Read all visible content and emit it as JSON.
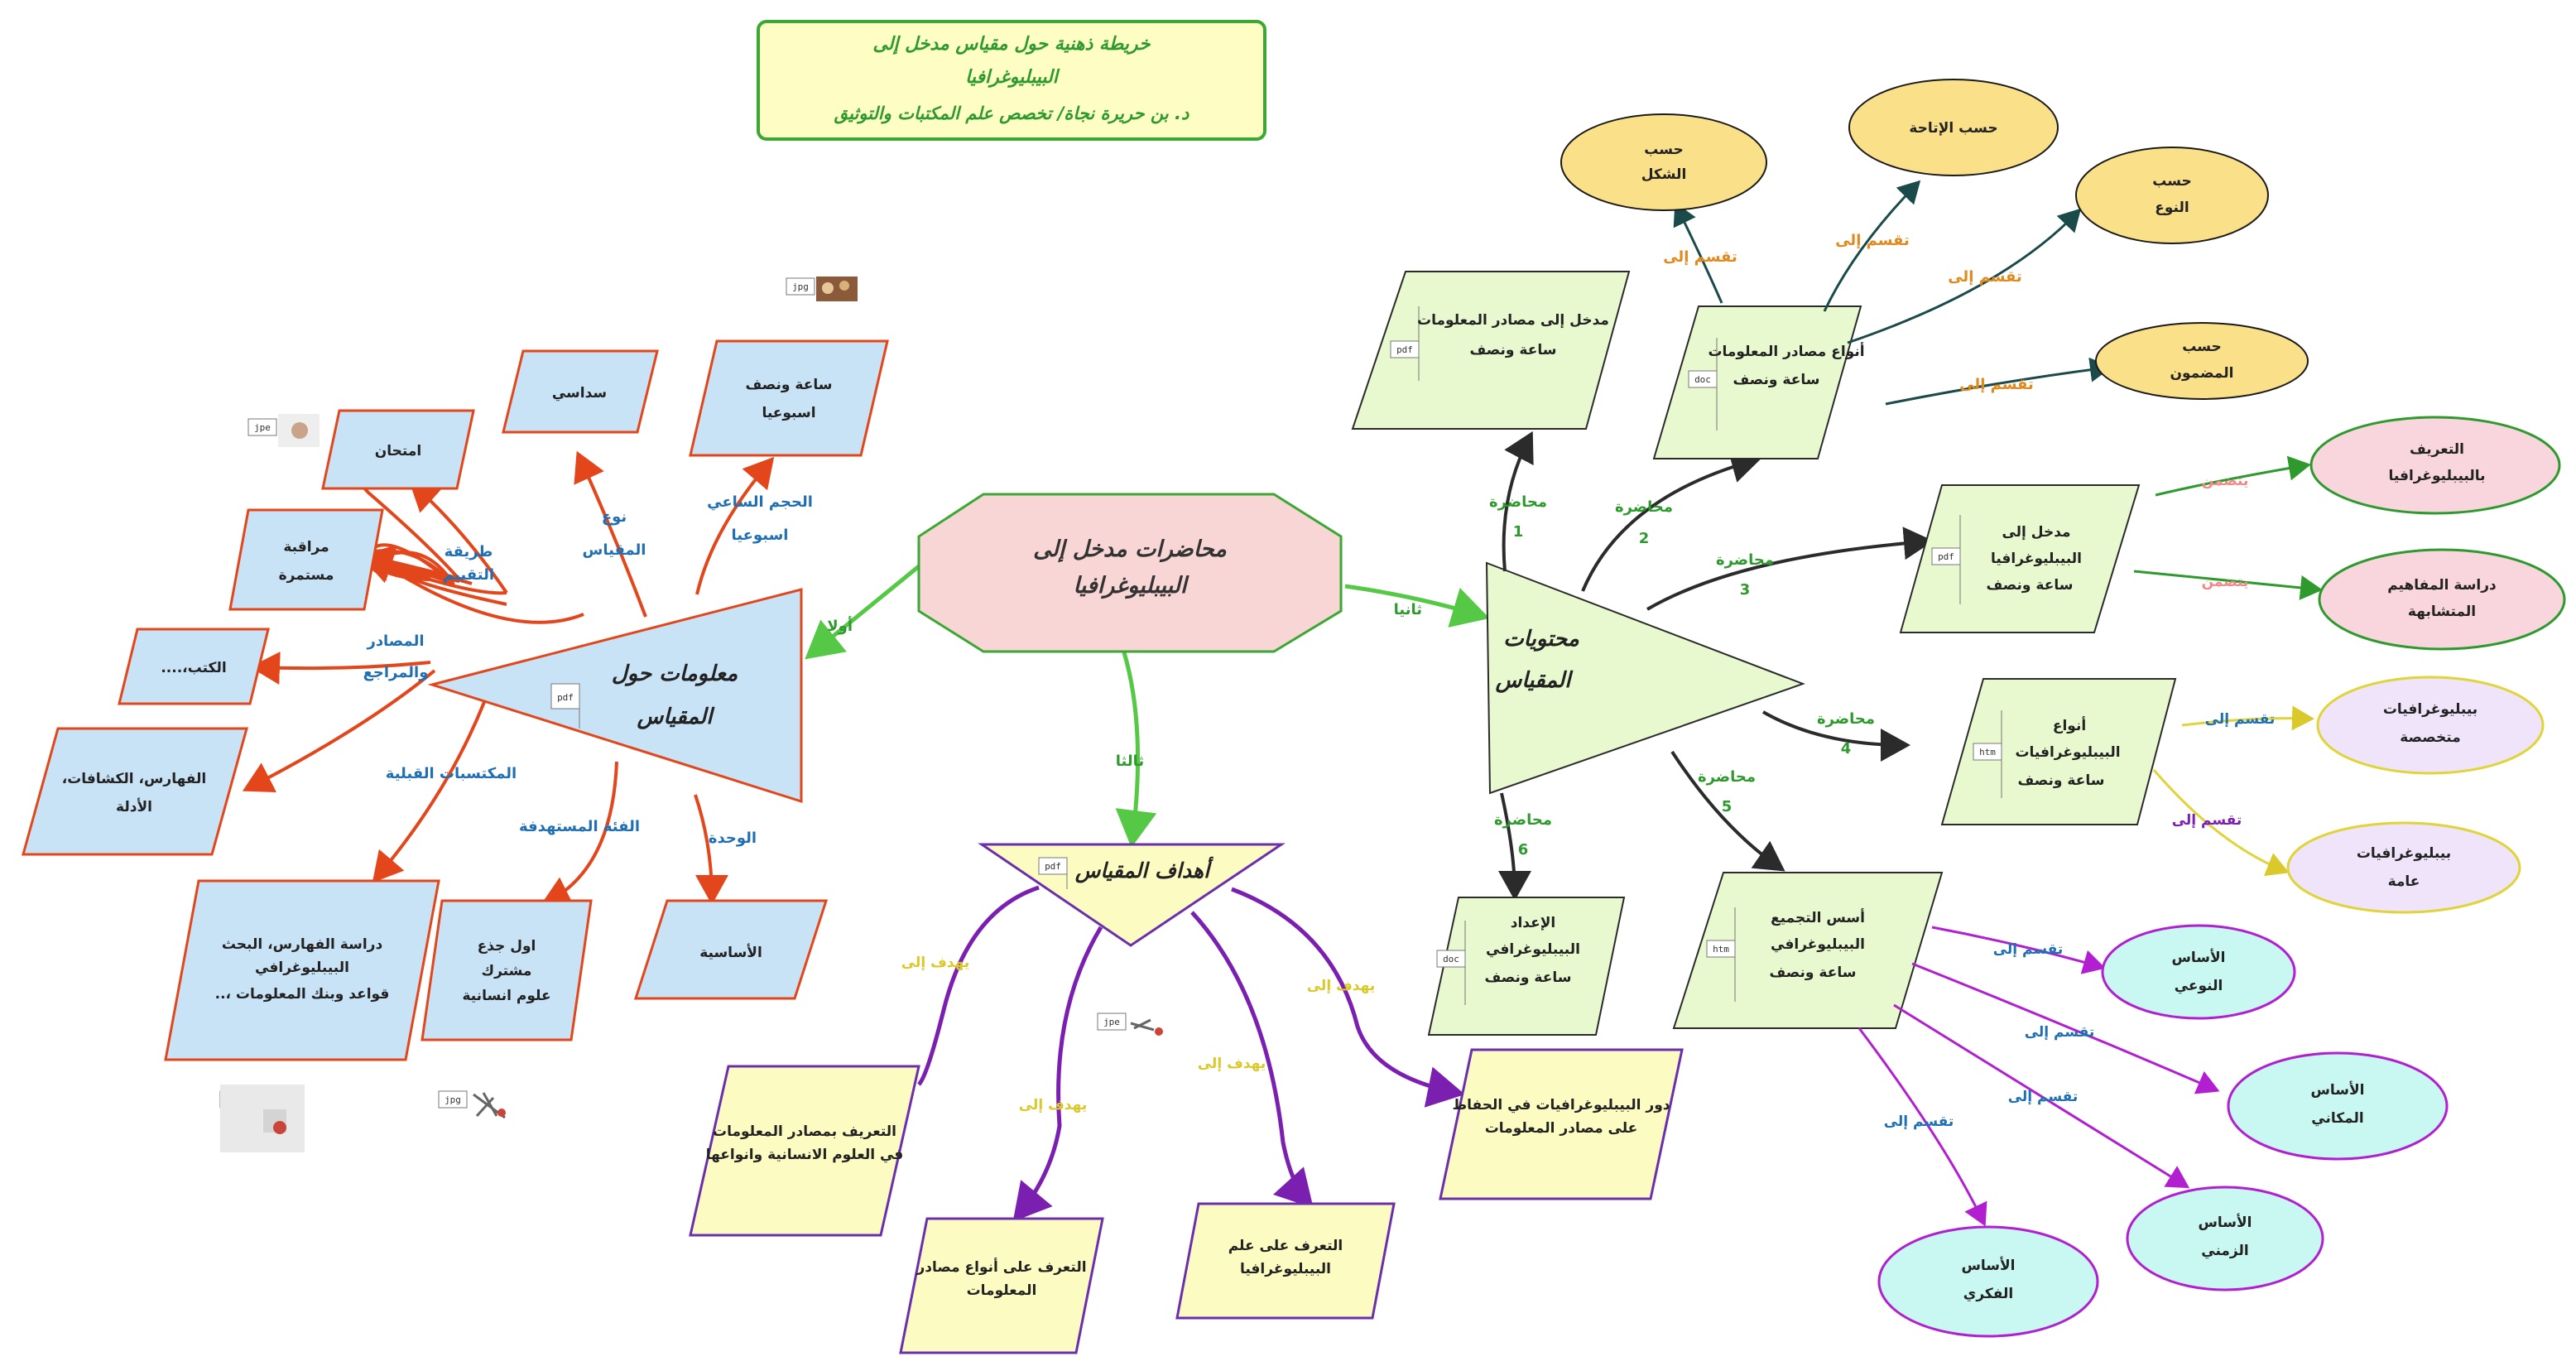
{
  "title": {
    "line1": "خريطة ذهنية حول مقياس مدخل إلى",
    "line2": "البيبليوغرافيا",
    "line3": "د. بن حريرة نجاة/ تخصص علم المكتبات والتوثيق"
  },
  "center": {
    "line1": "محاضرات مدخل إلى",
    "line2": "البيبليوغرافيا"
  },
  "branches": {
    "first": "أولا",
    "second": "ثانيا",
    "third": "ثالثا"
  },
  "info": {
    "line1": "معلومات حول",
    "line2": "المقياس",
    "file_tag": "pdf",
    "labels": {
      "eval": [
        "طريقة",
        "التقييم"
      ],
      "type": [
        "نوع",
        "المقياس"
      ],
      "hours": [
        "الحجم الساعي",
        "اسبوعيا"
      ],
      "sources": [
        "المصادر",
        "والمراجع"
      ],
      "prereq": "المكتسبات القبلية",
      "audience": "الفئة المستهدفة",
      "unit": "الوحدة"
    },
    "boxes": {
      "exam": "امتحان",
      "continuous": [
        "مراقبة",
        "مستمرة"
      ],
      "semester": "سداسي",
      "hours": [
        "ساعة ونصف",
        "اسبوعيا"
      ],
      "books": "الكتب،....",
      "indexes": [
        "الفهارس، الكشافات،",
        "الأدلة"
      ],
      "prereq": [
        "دراسة الفهارس، البحث",
        "البيبليوغرافي",
        "قواعد وبنك المعلومات ،.."
      ],
      "audience": [
        "اول جذع",
        "مشترك",
        "علوم انسانية"
      ],
      "unit": "الأساسية"
    },
    "thumbs": {
      "t1": "jpg",
      "t2": "jpe",
      "t3": "jpe",
      "t4": "jpg"
    }
  },
  "contents": {
    "line1": "محتويات",
    "line2": "المقياس",
    "lectures": {
      "l1": [
        "محاضرة",
        "1"
      ],
      "l2": [
        "محاضرة",
        "2"
      ],
      "l3": [
        "محاضرة",
        "3"
      ],
      "l4": [
        "محاضرة",
        "4"
      ],
      "l5": [
        "محاضرة",
        "5"
      ],
      "l6": [
        "محاضرة",
        "6"
      ]
    },
    "boxes": {
      "l1": [
        "مدخل إلى مصادر المعلومات",
        "ساعة ونصف"
      ],
      "l2": [
        "أنواع مصادر المعلومات",
        "ساعة ونصف"
      ],
      "l3": [
        "مدخل إلى",
        "البيبليوغرافيا",
        "ساعة ونصف"
      ],
      "l4": [
        "أنواع",
        "البيبليوغرافيات",
        "ساعة ونصف"
      ],
      "l5": [
        "أسس التجميع",
        "البيبليوغرافي",
        "ساعة ونصف"
      ],
      "l6": [
        "الإعداد",
        "البيبليوغرافي",
        "ساعة ونصف"
      ]
    },
    "tags": {
      "l1": "pdf",
      "l2": "doc",
      "l3": "pdf",
      "l4": "htm",
      "l5": "htm",
      "l6": "doc"
    },
    "verbs": {
      "divides": "تقسم إلى",
      "includes": "يتضمن"
    },
    "types": {
      "shape": [
        "حسب",
        "الشكل"
      ],
      "availability": "حسب الإتاحة",
      "kind": [
        "حسب",
        "النوع"
      ],
      "content": [
        "حسب",
        "المضمون"
      ]
    },
    "intro": {
      "def": [
        "التعريف",
        "بالبيبليوغرافيا"
      ],
      "similar": [
        "دراسة المفاهيم",
        "المتشابهة"
      ]
    },
    "biblio_types": {
      "special": [
        "بيبليوغرافيات",
        "متخصصة"
      ],
      "general": [
        "بيبليوغرافيات",
        "عامة"
      ]
    },
    "bases": {
      "qualitative": [
        "الأساس",
        "النوعي"
      ],
      "spatial": [
        "الأساس",
        "المكاني"
      ],
      "temporal": [
        "الأساس",
        "الزمني"
      ],
      "intellectual": [
        "الأساس",
        "الفكري"
      ]
    }
  },
  "goals": {
    "title": "أهداف المقياس",
    "file_tag": "pdf",
    "aims_to": "يهدف إلى",
    "boxes": {
      "g1": [
        "التعريف بمصادر المعلومات",
        "في العلوم الانسانية وانواعها"
      ],
      "g2": [
        "التعرف على أنواع مصادر",
        "المعلومات"
      ],
      "g3": [
        "التعرف على علم",
        "البيبليوغرافيا"
      ],
      "g4": [
        "دور البيبليوغرافيات في الحفاظ",
        "على مصادر المعلومات"
      ]
    },
    "thumb": "jpe"
  },
  "colors": {
    "title_fill": "#fdfdc4",
    "title_border": "#3aa832",
    "title_text": "#2e9a2e",
    "center_fill": "#f9d6d6",
    "center_border": "#3aa832",
    "info_fill": "#c8e2f6",
    "info_border": "#e2461a",
    "contents_fill": "#e9f9cf",
    "goals_fill": "#fcfcc2",
    "goals_border": "#6b2fae",
    "green_link": "#55c945",
    "blue_label": "#1f6fb2",
    "lecture_label": "#2e9a2e",
    "dark_link": "#2b2b2b",
    "teal_link": "#1b4a4a",
    "orange_label": "#e08a1e",
    "yellow_node": "#fbe08a",
    "pink_node": "#f9d6de",
    "lav_node": "#efe4fa",
    "cyan_node": "#c9f7f1",
    "purple_link": "#b21fd0",
    "yellow_link": "#e0d43a"
  }
}
